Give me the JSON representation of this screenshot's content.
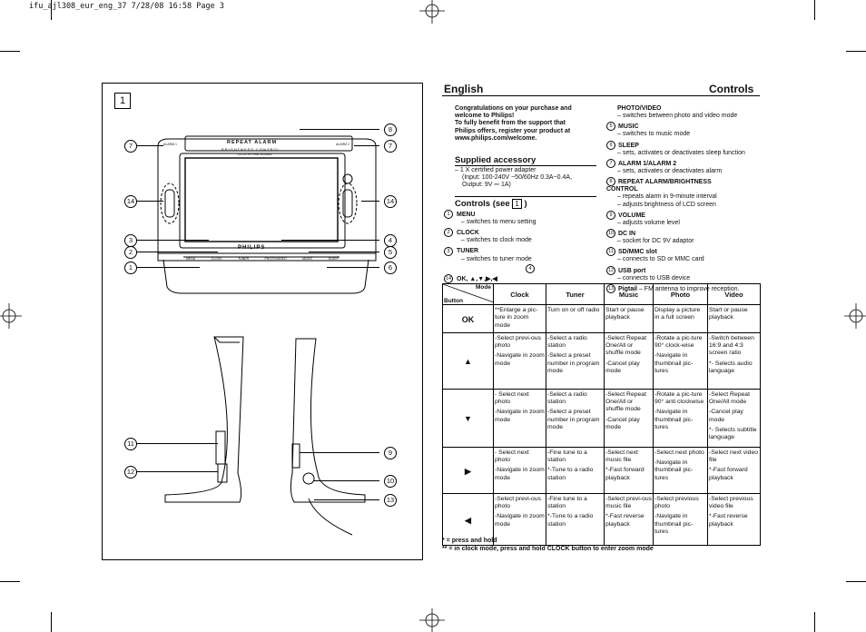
{
  "page_header": "ifu_ajl308_eur_eng_37  7/28/08  16:58  Page 3",
  "figure": {
    "number": "1",
    "device_top_label": "REPEAT ALARM",
    "device_top_sublabel": "BRIGHTNESS CONTROL",
    "device_side_left": "ALARM 1",
    "device_side_right": "ALARM 2",
    "device_strip": "DC-IN 9V   USB   SD/MMC",
    "brand": "PHILIPS",
    "bottom_buttons": [
      "MENU",
      "CLOCK",
      "TUNER",
      "PHOTO/VIDEO",
      "MUSIC",
      "SLEEP"
    ],
    "callouts": {
      "c8": "8",
      "c7l": "7",
      "c7r": "7",
      "c14l": "14",
      "c14r": "14",
      "c3": "3",
      "c2": "2",
      "c1": "1",
      "c4": "4",
      "c5": "5",
      "c6": "6",
      "c11": "11",
      "c12": "12",
      "c9": "9",
      "c10": "10",
      "c13": "13"
    }
  },
  "header": {
    "language": "English",
    "section": "Controls"
  },
  "intro": {
    "line1": "Congratulations on your purchase and",
    "line2": "welcome to Philips!",
    "line3": "To fully benefit from the support that",
    "line4": "Philips offers, register your product at",
    "line5": "www.philips.com/welcome."
  },
  "supplied": {
    "title": "Supplied accessory",
    "l1": "– 1 X certified power adapter",
    "l2": "(Input: 100-240V ~50/60Hz 0.3A~0.4A,",
    "l3": "Output: 9V ⎓ 1A)"
  },
  "controls_heading": {
    "prefix": "Controls (see",
    "box": "1",
    "suffix": ")"
  },
  "left_controls": [
    {
      "num": "1",
      "name": "MENU",
      "desc": "– switches to menu setting"
    },
    {
      "num": "2",
      "name": "CLOCK",
      "desc": "– switches to clock mode"
    },
    {
      "num": "3",
      "name": "TUNER",
      "desc": "– switches to tuner mode"
    }
  ],
  "left_small_num": "4",
  "arrows_item": {
    "num": "14",
    "name": "OK, ▲,▼,▶,◀"
  },
  "right_controls": [
    {
      "num": "",
      "name": "PHOTO/VIDEO",
      "desc": [
        "– switches between photo and video mode"
      ]
    },
    {
      "num": "5",
      "name": "MUSIC",
      "desc": [
        "– switches to music mode"
      ]
    },
    {
      "num": "6",
      "name": "SLEEP",
      "desc": [
        "– sets, activates or deactivates sleep function"
      ]
    },
    {
      "num": "7",
      "name": "ALARM 1/ALARM 2",
      "desc": [
        "– sets, activates or deactivates alarm"
      ]
    },
    {
      "num": "8",
      "name": "REPEAT ALARM/BRIGHTNESS CONTROL",
      "desc": [
        "– repeats alarm in 9-minute interval",
        "– adjusts brightness of LCD screen"
      ]
    },
    {
      "num": "9",
      "name": "VOLUME",
      "desc": [
        "– adjusts volume level"
      ]
    },
    {
      "num": "10",
      "name": "DC IN",
      "desc": [
        "– socket for DC 9V adaptor"
      ]
    },
    {
      "num": "11",
      "name": "SD/MMC slot",
      "desc": [
        "– connects to SD or MMC card"
      ]
    },
    {
      "num": "12",
      "name": "USB port",
      "desc": [
        "– connects to USB device"
      ]
    }
  ],
  "pigtail": {
    "num": "13",
    "name": "Pigtail",
    "desc": " – FM antenna to improve reception."
  },
  "table": {
    "corner_mode": "Mode",
    "corner_button": "Button",
    "columns": [
      "Clock",
      "Tuner",
      "Music",
      "Photo",
      "Video"
    ],
    "rows": [
      {
        "button": "OK",
        "cells": [
          [
            "**Enlarge a pic-ture in zoom mode"
          ],
          [
            "Turn on or off radio"
          ],
          [
            "Start or pause playback"
          ],
          [
            "Display a picture in a full screen"
          ],
          [
            "Start or pause playback"
          ]
        ]
      },
      {
        "button": "▲",
        "cells": [
          [
            "-Select previ-ous photo",
            "-Navigate in zoom mode"
          ],
          [
            "-Select a radio station",
            "-Select a preset number in program mode"
          ],
          [
            "-Select Repeat One/All or shuffle mode",
            "-Cancel play mode"
          ],
          [
            "-Rotate a pic-ture 90° clock-wise",
            "-Navigate in thumbnail pic-tures"
          ],
          [
            "-Switch between 16:9 and 4:3 screen ratio",
            "*- Selects audio language"
          ]
        ]
      },
      {
        "button": "▼",
        "cells": [
          [
            "- Select next photo",
            "-Navigate in zoom mode"
          ],
          [
            "-Select a radio station",
            "-Select a preset number in program mode"
          ],
          [
            "-Select Repeat One/All or shuffle mode",
            "-Cancel play mode"
          ],
          [
            "-Rotate a pic-ture 90° anti clockwise",
            "-Navigate in thumbnail pic-tures"
          ],
          [
            "-Select Repeat One/All mode",
            "-Cancel play mode",
            "*- Selects subtitle language"
          ]
        ]
      },
      {
        "button": "▶",
        "cells": [
          [
            "- Select next photo",
            "-Navigate in zoom mode"
          ],
          [
            "-Fine tune to a station",
            "*-Tune to a radio station"
          ],
          [
            "-Select next music file",
            "*-Fast forward playback"
          ],
          [
            "-Select next photo",
            "-Navigate in thumbnail pic-tures"
          ],
          [
            "-Select next video file",
            "*-Fast forward playback"
          ]
        ]
      },
      {
        "button": "◀",
        "cells": [
          [
            "-Select previ-ous photo",
            "-Navigate in zoom mode"
          ],
          [
            "-Fine tune to a station",
            "*-Tune to a radio station"
          ],
          [
            "-Select previ-ous music file",
            "*-Fast reverse playback"
          ],
          [
            "-Select previous photo",
            "-Navigate in thumbnail pic-tures"
          ],
          [
            "-Select previous video file",
            "*-Fast reverse playback"
          ]
        ]
      }
    ]
  },
  "footnotes": {
    "f1": "* = press and hold",
    "f2": "** = in clock mode, press and hold CLOCK button to enter zoom mode"
  }
}
